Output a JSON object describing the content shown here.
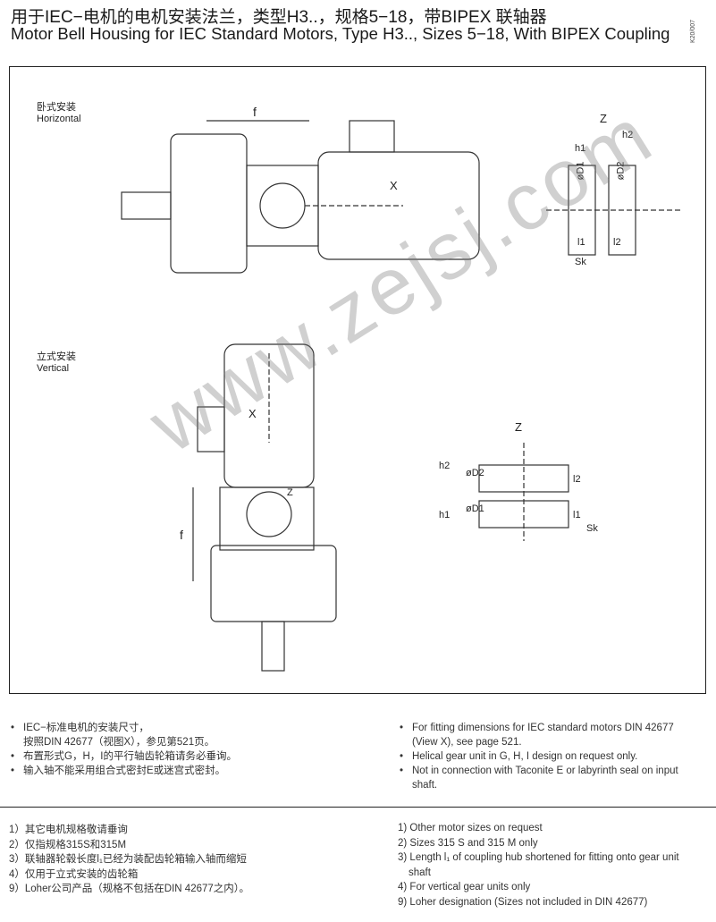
{
  "header": {
    "title_cn": "用于IEC−电机的电机安装法兰，类型H3..，规格5−18，带BIPEX 联轴器",
    "title_en": "Motor Bell Housing for IEC Standard Motors, Type H3.., Sizes 5−18, With BIPEX Coupling",
    "code": "K20/007"
  },
  "drawing": {
    "horizontal_cn": "卧式安装",
    "horizontal_en": "Horizontal",
    "vertical_cn": "立式安装",
    "vertical_en": "Vertical",
    "f": "f",
    "z": "Z",
    "x": "X",
    "h1": "h1",
    "h2": "h2",
    "d1": "øD1",
    "d2": "øD2",
    "l1": "l1",
    "l2": "l2",
    "sk": "Sk",
    "watermark": "www.zejsj.com"
  },
  "bullets_cn": [
    "IEC−标准电机的安装尺寸，",
    "按照DIN 42677（视图X），参见第521页。",
    "布置形式G，H，I的平行轴齿轮箱请务必垂询。",
    "输入轴不能采用组合式密封E或迷宫式密封。"
  ],
  "bullets_en": [
    "For fitting dimensions for IEC standard motors DIN 42677",
    "(View X), see page 521.",
    "Helical gear unit in G, H, I design on request only.",
    "Not in connection with Taconite E or labyrinth seal on input",
    "shaft."
  ],
  "notes_cn": [
    "1）其它电机规格敬请垂询",
    "2）仅指规格315S和315M",
    "3）联轴器轮毂长度l₁已经为装配齿轮箱输入轴而缩短",
    "4）仅用于立式安装的齿轮箱",
    "9）Loher公司产品（规格不包括在DIN 42677之内）。"
  ],
  "notes_en": [
    "1) Other motor sizes on request",
    "2) Sizes 315 S and 315 M only",
    "3) Length l₁ of coupling hub shortened for fitting onto gear unit",
    "shaft",
    "4) For vertical gear units only",
    "9) Loher designation (Sizes not included in DIN 42677)"
  ]
}
